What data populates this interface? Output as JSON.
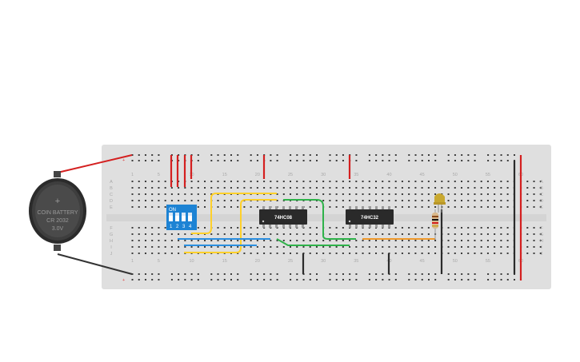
{
  "battery": {
    "line1": "COIN BATTERY",
    "line2": "CR 2032",
    "line3": "3.0V",
    "plus": "+"
  },
  "chips": [
    {
      "label": "74HC08"
    },
    {
      "label": "74HC32"
    }
  ],
  "dip_switch": {
    "on_label": "ON",
    "numbers": [
      "1",
      "2",
      "3",
      "4"
    ]
  },
  "breadboard": {
    "column_numbers": [
      "1",
      "5",
      "10",
      "15",
      "20",
      "25",
      "30",
      "35",
      "40",
      "45",
      "50",
      "55",
      "60"
    ],
    "row_letters_top": [
      "A",
      "B",
      "C",
      "D",
      "E"
    ],
    "row_letters_bottom": [
      "F",
      "G",
      "H",
      "I",
      "J"
    ],
    "rail_sign": "+"
  },
  "colors": {
    "board": "#dfdfdf",
    "hole": "#3c3c3c",
    "wire_red": "#d42020",
    "wire_black": "#2b2b2b",
    "wire_yellow": "#ffd02a",
    "wire_blue": "#2b8fe0",
    "wire_green": "#2fb24a",
    "wire_orange": "#f09a2c",
    "dip_blue": "#1d83d4",
    "chip_body": "#2a2a2a",
    "led_yellow": "#c8a830"
  }
}
